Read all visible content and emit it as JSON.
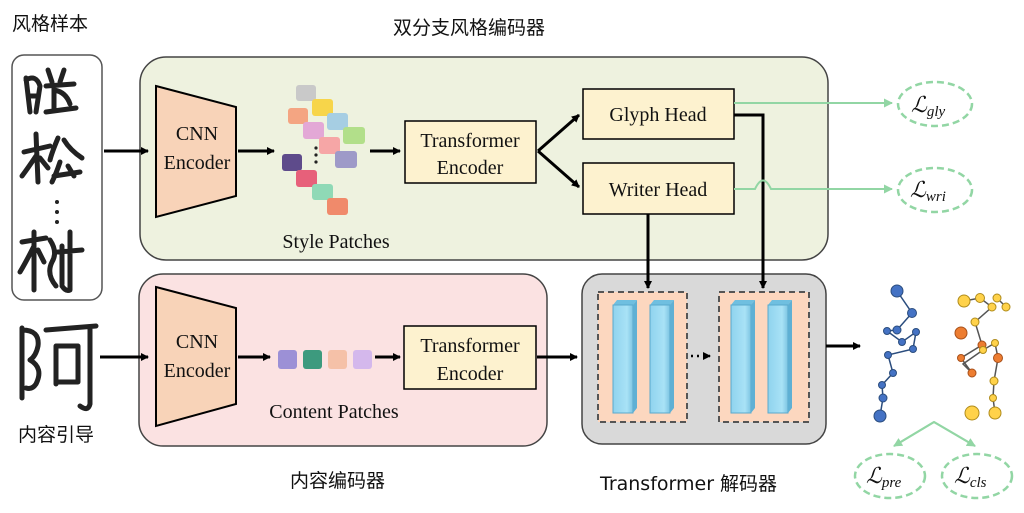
{
  "labels": {
    "style_sample": "风格样本",
    "dual_branch_encoder": "双分支风格编码器",
    "content_guide": "内容引导",
    "content_encoder": "内容编码器",
    "decoder": "Transformer 解码器",
    "style_patches": "Style Patches",
    "content_patches": "Content Patches"
  },
  "style_branch": {
    "cnn_line1": "CNN",
    "cnn_line2": "Encoder",
    "transformer_line1": "Transformer",
    "transformer_line2": "Encoder",
    "glyph_head": "Glyph Head",
    "writer_head": "Writer Head"
  },
  "content_branch": {
    "cnn_line1": "CNN",
    "cnn_line2": "Encoder",
    "transformer_line1": "Transformer",
    "transformer_line2": "Encoder"
  },
  "losses": {
    "gly": {
      "symbol": "ℒ",
      "sub": "gly"
    },
    "wri": {
      "symbol": "ℒ",
      "sub": "wri"
    },
    "pre": {
      "symbol": "ℒ",
      "sub": "pre"
    },
    "cls": {
      "symbol": "ℒ",
      "sub": "cls"
    }
  },
  "colors": {
    "style_panel": "#eef2df",
    "content_panel": "#fbe2e2",
    "decoder_panel": "#d9d9d9",
    "cnn_fill": "#f8d3b8",
    "box_fill": "#fdf2cf",
    "loss_ellipse": "#92d6a4",
    "column_fill": "#9bdcf2",
    "blue_points": "#4472c4",
    "orange_points": "#ed7d31",
    "yellow_points": "#ffd24a"
  },
  "style_patch_colors": [
    "#c9c9c9",
    "#f7d54a",
    "#a6cee3",
    "#f4a582",
    "#e3a8d6",
    "#b2df8a",
    "#f6a6a6",
    "#9e9ac8",
    "#5e4b8b",
    "#e7607a",
    "#8fd9b6",
    "#f08a6b"
  ],
  "content_patch_colors": [
    "#9c90d6",
    "#3d9a7e",
    "#f5c1a8",
    "#d4b8ec"
  ]
}
